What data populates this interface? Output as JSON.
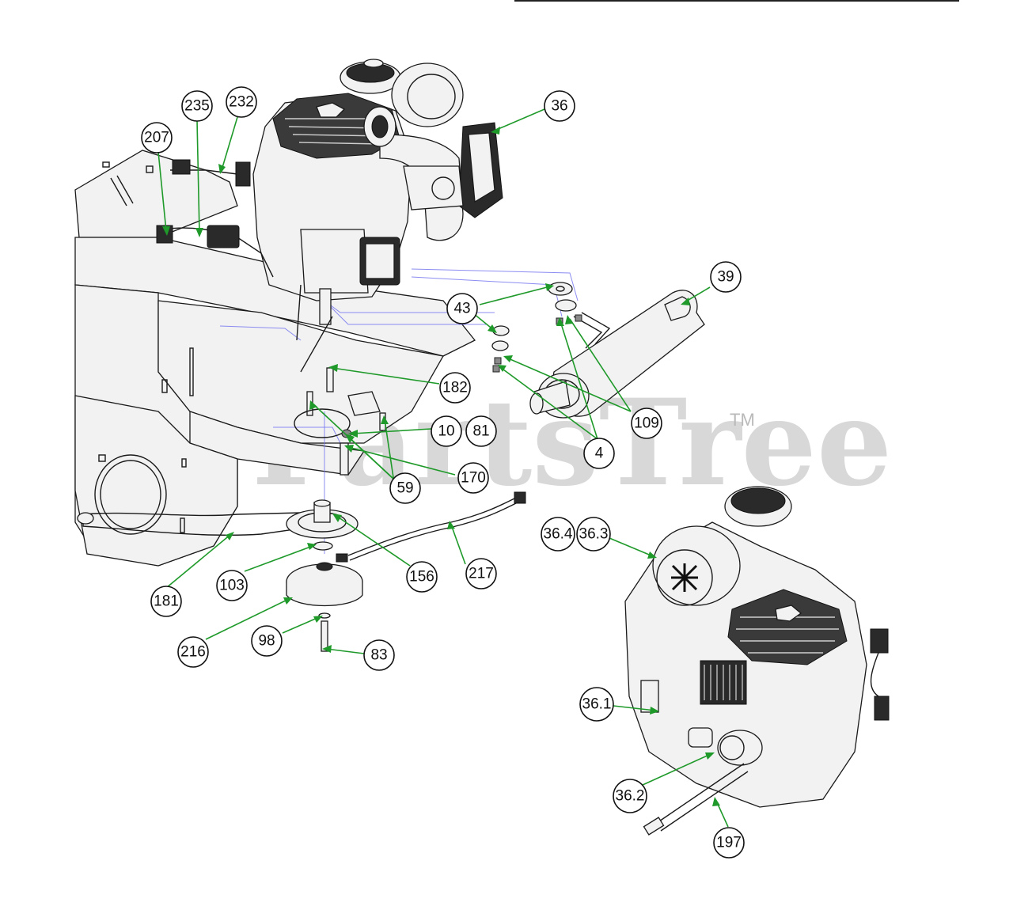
{
  "watermark": {
    "text": "PartsTree",
    "trademark": "TM"
  },
  "colors": {
    "leader": "#1f9a2a",
    "guide": "#6f6ff0",
    "watermark": "#b9b9b9"
  },
  "callouts": [
    {
      "id": "c-235",
      "label": "235"
    },
    {
      "id": "c-232",
      "label": "232"
    },
    {
      "id": "c-207",
      "label": "207"
    },
    {
      "id": "c-36",
      "label": "36"
    },
    {
      "id": "c-39",
      "label": "39"
    },
    {
      "id": "c-43",
      "label": "43"
    },
    {
      "id": "c-182",
      "label": "182"
    },
    {
      "id": "c-109",
      "label": "109"
    },
    {
      "id": "c-10",
      "label": "10"
    },
    {
      "id": "c-81",
      "label": "81"
    },
    {
      "id": "c-4",
      "label": "4"
    },
    {
      "id": "c-59",
      "label": "59"
    },
    {
      "id": "c-170",
      "label": "170"
    },
    {
      "id": "c-217",
      "label": "217"
    },
    {
      "id": "c-156",
      "label": "156"
    },
    {
      "id": "c-103",
      "label": "103"
    },
    {
      "id": "c-181",
      "label": "181"
    },
    {
      "id": "c-216",
      "label": "216"
    },
    {
      "id": "c-98",
      "label": "98"
    },
    {
      "id": "c-83",
      "label": "83"
    },
    {
      "id": "c-36-4",
      "label": "36.4"
    },
    {
      "id": "c-36-3",
      "label": "36.3"
    },
    {
      "id": "c-36-1",
      "label": "36.1"
    },
    {
      "id": "c-36-2",
      "label": "36.2"
    },
    {
      "id": "c-197",
      "label": "197"
    }
  ]
}
